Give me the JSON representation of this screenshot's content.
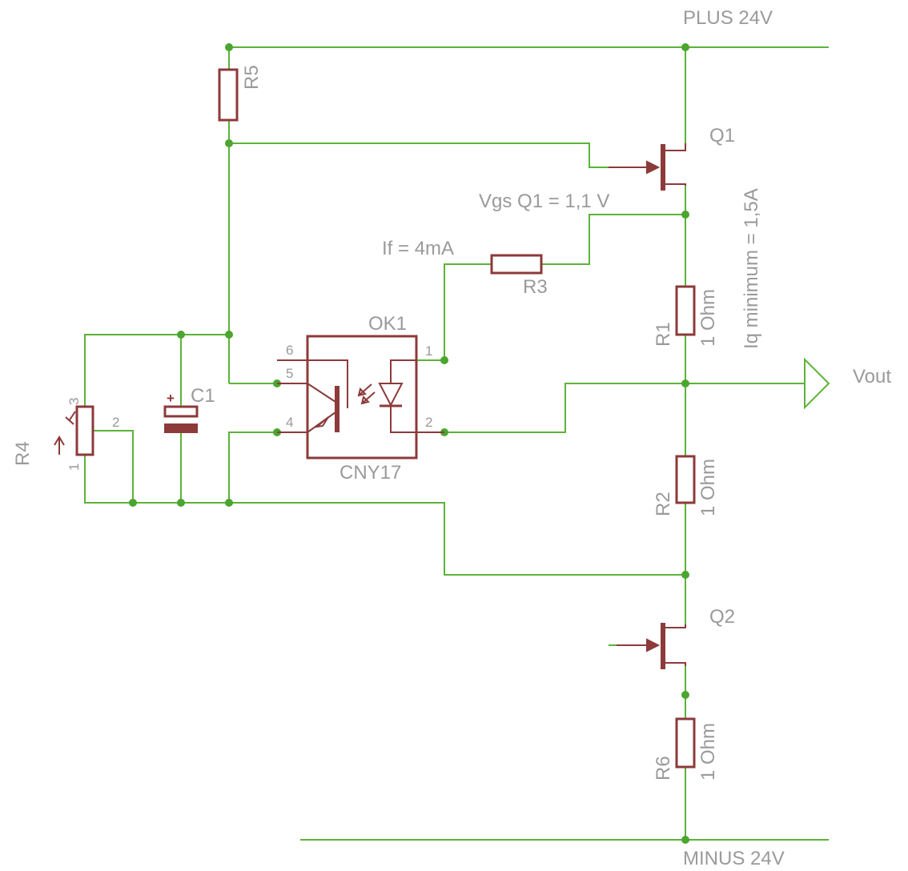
{
  "rails": {
    "plus": "PLUS 24V",
    "minus": "MINUS 24V",
    "vout": "Vout"
  },
  "components": {
    "r5": {
      "name": "R5"
    },
    "q1": {
      "name": "Q1"
    },
    "q2": {
      "name": "Q2"
    },
    "r3": {
      "name": "R3"
    },
    "r1": {
      "name": "R1",
      "value": "1 Ohm"
    },
    "r2": {
      "name": "R2",
      "value": "1 Ohm"
    },
    "r6": {
      "name": "R6",
      "value": "1 Ohm"
    },
    "c1": {
      "name": "C1",
      "polarity": "+"
    },
    "r4": {
      "name": "R4",
      "pins": [
        "1",
        "2",
        "3"
      ]
    },
    "ok1": {
      "name": "OK1",
      "part": "CNY17",
      "pins": [
        "1",
        "2",
        "4",
        "5",
        "6"
      ]
    }
  },
  "annotations": {
    "vgs": "Vgs Q1 = 1,1 V",
    "if": "If = 4mA",
    "iq": "Iq minimum = 1,5A"
  },
  "colors": {
    "wire": "#5cb338",
    "symbol": "#8c3a3a",
    "label": "#9a9a9a"
  }
}
